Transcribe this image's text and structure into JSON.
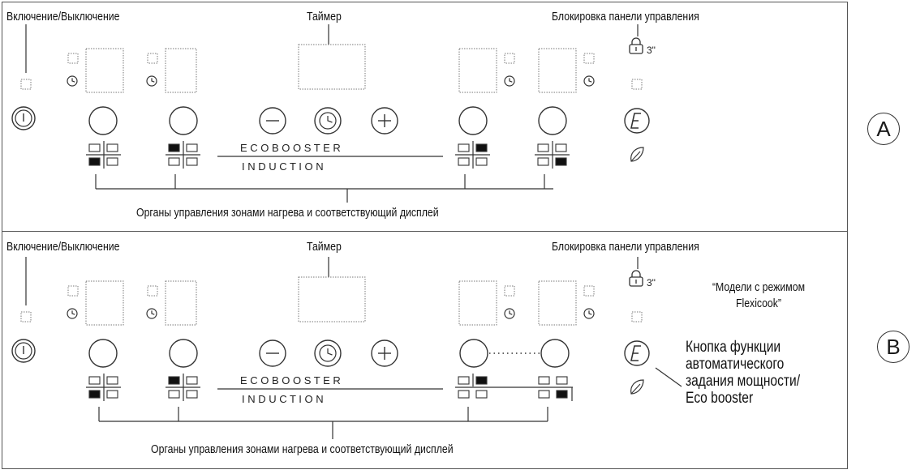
{
  "panel_a": {
    "letter": "A",
    "power_label": "Включение/Выключение",
    "timer_label": "Таймер",
    "lock_label": "Блокировка панели управления",
    "lock_time": "3\"",
    "eco_word": "E C O   B O O S T E R",
    "induction_word": "I N D U C T I O N",
    "zones_label": "Органы управления зонами нагрева и соответствующий дисплей"
  },
  "panel_b": {
    "letter": "B",
    "power_label": "Включение/Выключение",
    "timer_label": "Таймер",
    "lock_label": "Блокировка панели управления",
    "lock_time": "3\"",
    "flexicook_note": "“Модели с режимом Flexicook”",
    "eco_button_note": "Кнопка функции автоматического задания мощности/ Eco booster",
    "eco_word": "E C O   B O O S T E R",
    "induction_word": "I N D U C T I O N",
    "zones_label": "Органы управления зонами нагрева и соответствующий дисплей"
  },
  "icons": {
    "power": "power-icon",
    "minus": "minus-icon",
    "plus": "plus-icon",
    "timer": "clock-icon",
    "lock": "padlock-icon",
    "eco_button": "e-letter-icon",
    "leaf": "leaf-icon"
  },
  "colors": {
    "line": "#333333",
    "dotted": "#777777",
    "filled": "#111111"
  }
}
